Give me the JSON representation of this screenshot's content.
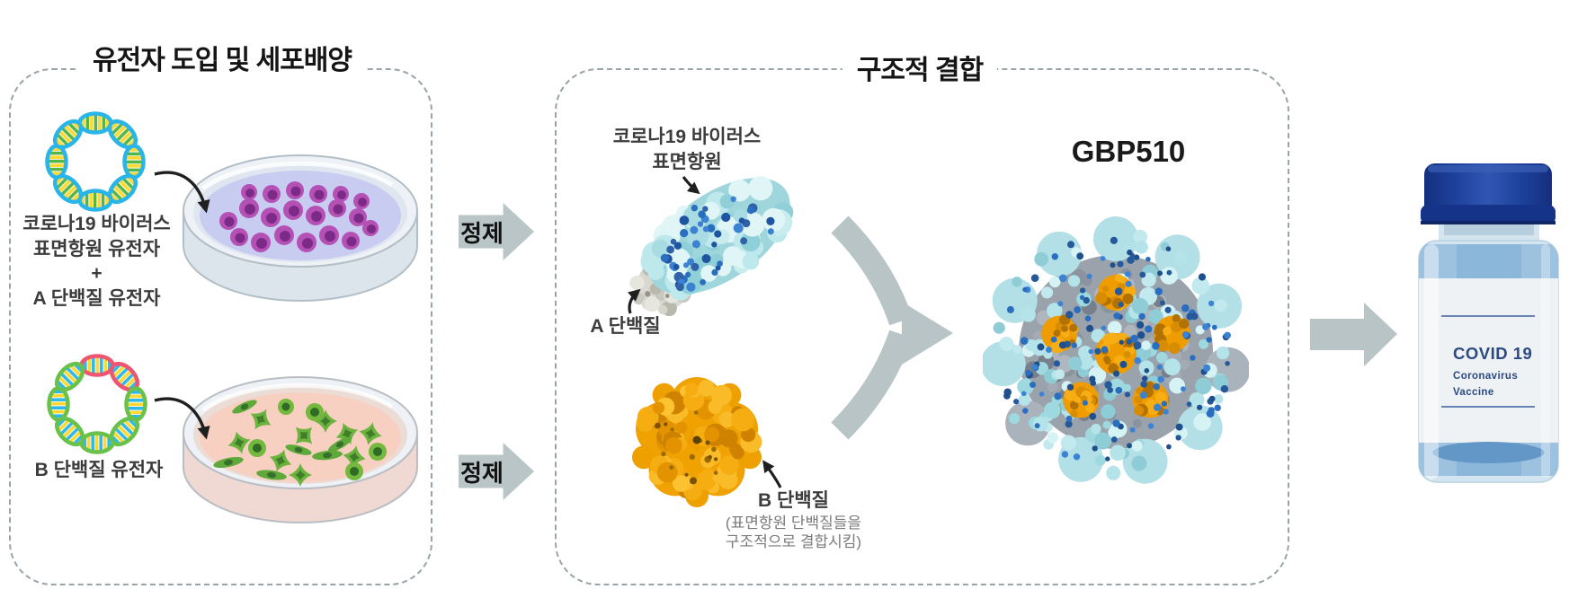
{
  "panels": {
    "left": {
      "title": "유전자 도입 및 세포배양",
      "plasmid_a_caption": [
        "코로나19 바이러스",
        "표면항원 유전자",
        "+",
        "A 단백질 유전자"
      ],
      "plasmid_b_caption": "B 단백질 유전자"
    },
    "middle": {
      "title": "구조적 결합",
      "antigen_caption": [
        "코로나19 바이러스",
        "표면항원"
      ],
      "a_protein_caption": "A 단백질",
      "b_protein_caption": "B 단백질",
      "b_protein_note": [
        "(표면항원 단백질들을",
        "구조적으로 결합시킴)"
      ],
      "nanoparticle_title": "GBP510"
    }
  },
  "process": {
    "purify_top": "정제",
    "purify_bottom": "정제"
  },
  "vial": {
    "title": "COVID 19",
    "subtitle1": "Coronavirus",
    "subtitle2": "Vaccine"
  },
  "colors": {
    "process_arrow": "#b8c4c6",
    "dashed_border": "#9aa4a8",
    "antigen_cyan": "#b6e3e8",
    "antigen_dot_blue": "#2a6fbf",
    "b_protein_orange": "#f0a202",
    "vial_cap_navy": "#1d429c",
    "vial_label_text": "#2c4a80"
  }
}
